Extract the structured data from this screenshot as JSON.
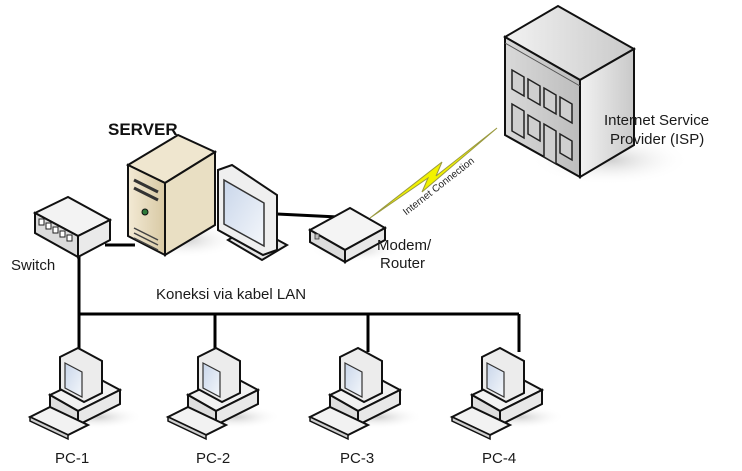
{
  "diagram": {
    "type": "network-topology",
    "nodes": {
      "server": {
        "label": "SERVER"
      },
      "switch": {
        "label": "Switch"
      },
      "modem": {
        "label_line1": "Modem/",
        "label_line2": "Router"
      },
      "isp": {
        "label_line1": "Internet Service",
        "label_line2": "Provider (ISP)"
      },
      "pcs": [
        {
          "label": "PC-1"
        },
        {
          "label": "PC-2"
        },
        {
          "label": "PC-3"
        },
        {
          "label": "PC-4"
        }
      ]
    },
    "edges": {
      "lan_label": "Koneksi via kabel LAN",
      "internet_label": "Internet Connection"
    },
    "colors": {
      "server_body": "#e8dcc0",
      "lightning": "#f2f200",
      "screen": "#dde6f2",
      "device": "#e6e6e6",
      "line": "#000000"
    }
  }
}
